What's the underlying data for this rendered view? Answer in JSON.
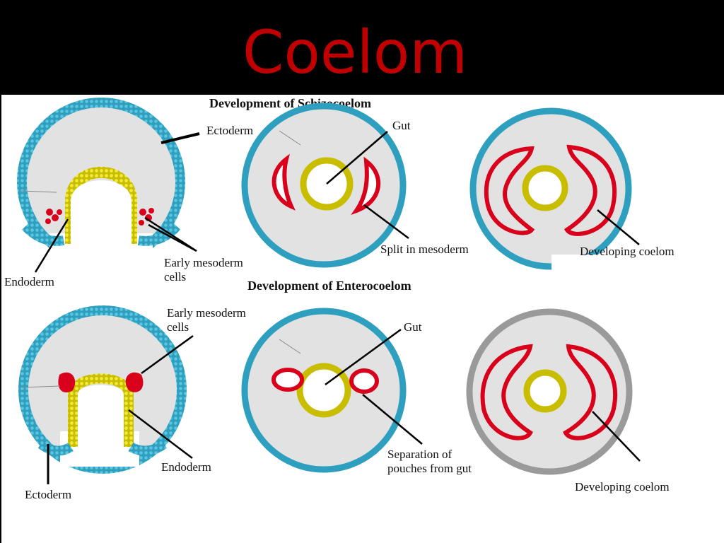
{
  "title": "Coelom",
  "schizo": {
    "heading": "Development of Schizocoelom",
    "ectoderm": "Ectoderm",
    "gut": "Gut",
    "endoderm": "Endoderm",
    "mesoderm_line1": "Early mesoderm",
    "mesoderm_line2": "cells",
    "split": "Split in mesoderm",
    "developing": "Developing coelom"
  },
  "entero": {
    "heading": "Development of Enterocoelom",
    "mesoderm_line1": "Early mesoderm",
    "mesoderm_line2": "cells",
    "gut": "Gut",
    "endoderm": "Endoderm",
    "ectoderm": "Ectoderm",
    "separation_line1": "Separation of",
    "separation_line2": "pouches from gut",
    "developing": "Developing coelom"
  },
  "colors": {
    "ectoderm": "#2e9fbe",
    "endoderm": "#e3d600",
    "mesoderm": "#d8001a",
    "body": "#e2e2e2",
    "ring_grey": "#9a9a9a"
  }
}
